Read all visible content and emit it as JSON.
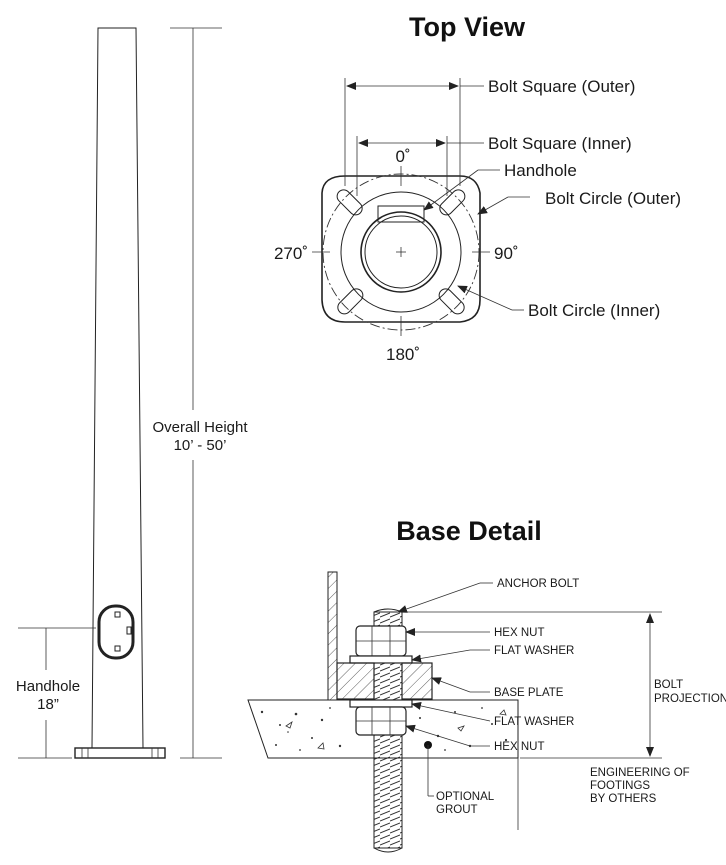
{
  "top_view": {
    "heading": "Top View",
    "bolt_square_outer": "Bolt Square (Outer)",
    "bolt_square_inner": "Bolt Square (Inner)",
    "handhole": "Handhole",
    "bolt_circle_outer": "Bolt Circle (Outer)",
    "bolt_circle_inner": "Bolt Circle (Inner)",
    "angle_0": "0˚",
    "angle_90": "90˚",
    "angle_180": "180˚",
    "angle_270": "270˚"
  },
  "pole": {
    "overall_height_label": "Overall Height",
    "overall_height_value": "10’ - 50’",
    "handhole_label": "Handhole",
    "handhole_value": "18”"
  },
  "base_detail": {
    "heading": "Base Detail",
    "anchor_bolt": "ANCHOR BOLT",
    "hex_nut_top": "HEX NUT",
    "flat_washer_top": "FLAT WASHER",
    "base_plate": "BASE PLATE",
    "flat_washer_bottom": "FLAT WASHER",
    "hex_nut_bottom": "HEX NUT",
    "bolt_projection_line1": "BOLT",
    "bolt_projection_line2": "PROJECTION",
    "optional_grout_line1": "OPTIONAL",
    "optional_grout_line2": "GROUT",
    "engineering_line1": "ENGINEERING OF",
    "engineering_line2": "FOOTINGS",
    "engineering_line3": "BY OTHERS"
  }
}
